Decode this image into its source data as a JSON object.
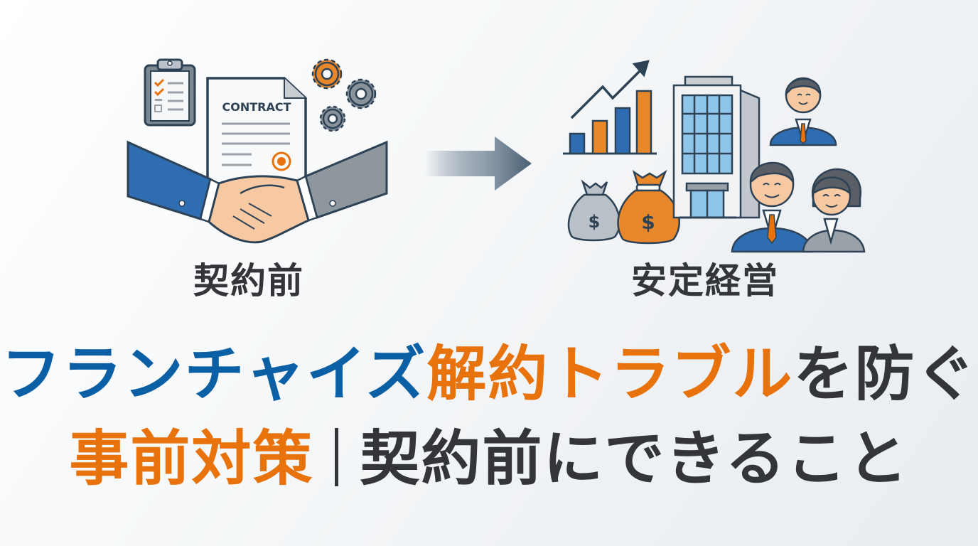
{
  "left_panel": {
    "illustration": "contract-handshake-illustration",
    "contract_title": "CONTRACT",
    "label": "契約前"
  },
  "arrow": {
    "icon": "arrow-right-icon"
  },
  "right_panel": {
    "illustration": "stable-business-illustration",
    "currency_symbol": "$",
    "label": "安定経営"
  },
  "headline": {
    "line1": [
      {
        "text": "フランチャイズ",
        "color": "#0b5fa5"
      },
      {
        "text": "解約トラブル",
        "color": "#e8720c"
      },
      {
        "text": "を防ぐ",
        "color": "#333539"
      }
    ],
    "line2": [
      {
        "text": "事前対策",
        "color": "#e8720c"
      },
      {
        "text": "契約前にできること",
        "color": "#333539"
      }
    ]
  },
  "colors": {
    "blue": "#0b5fa5",
    "orange": "#e8720c",
    "dark": "#333539",
    "outline": "#2e4256",
    "gray": "#9aa1a8"
  }
}
